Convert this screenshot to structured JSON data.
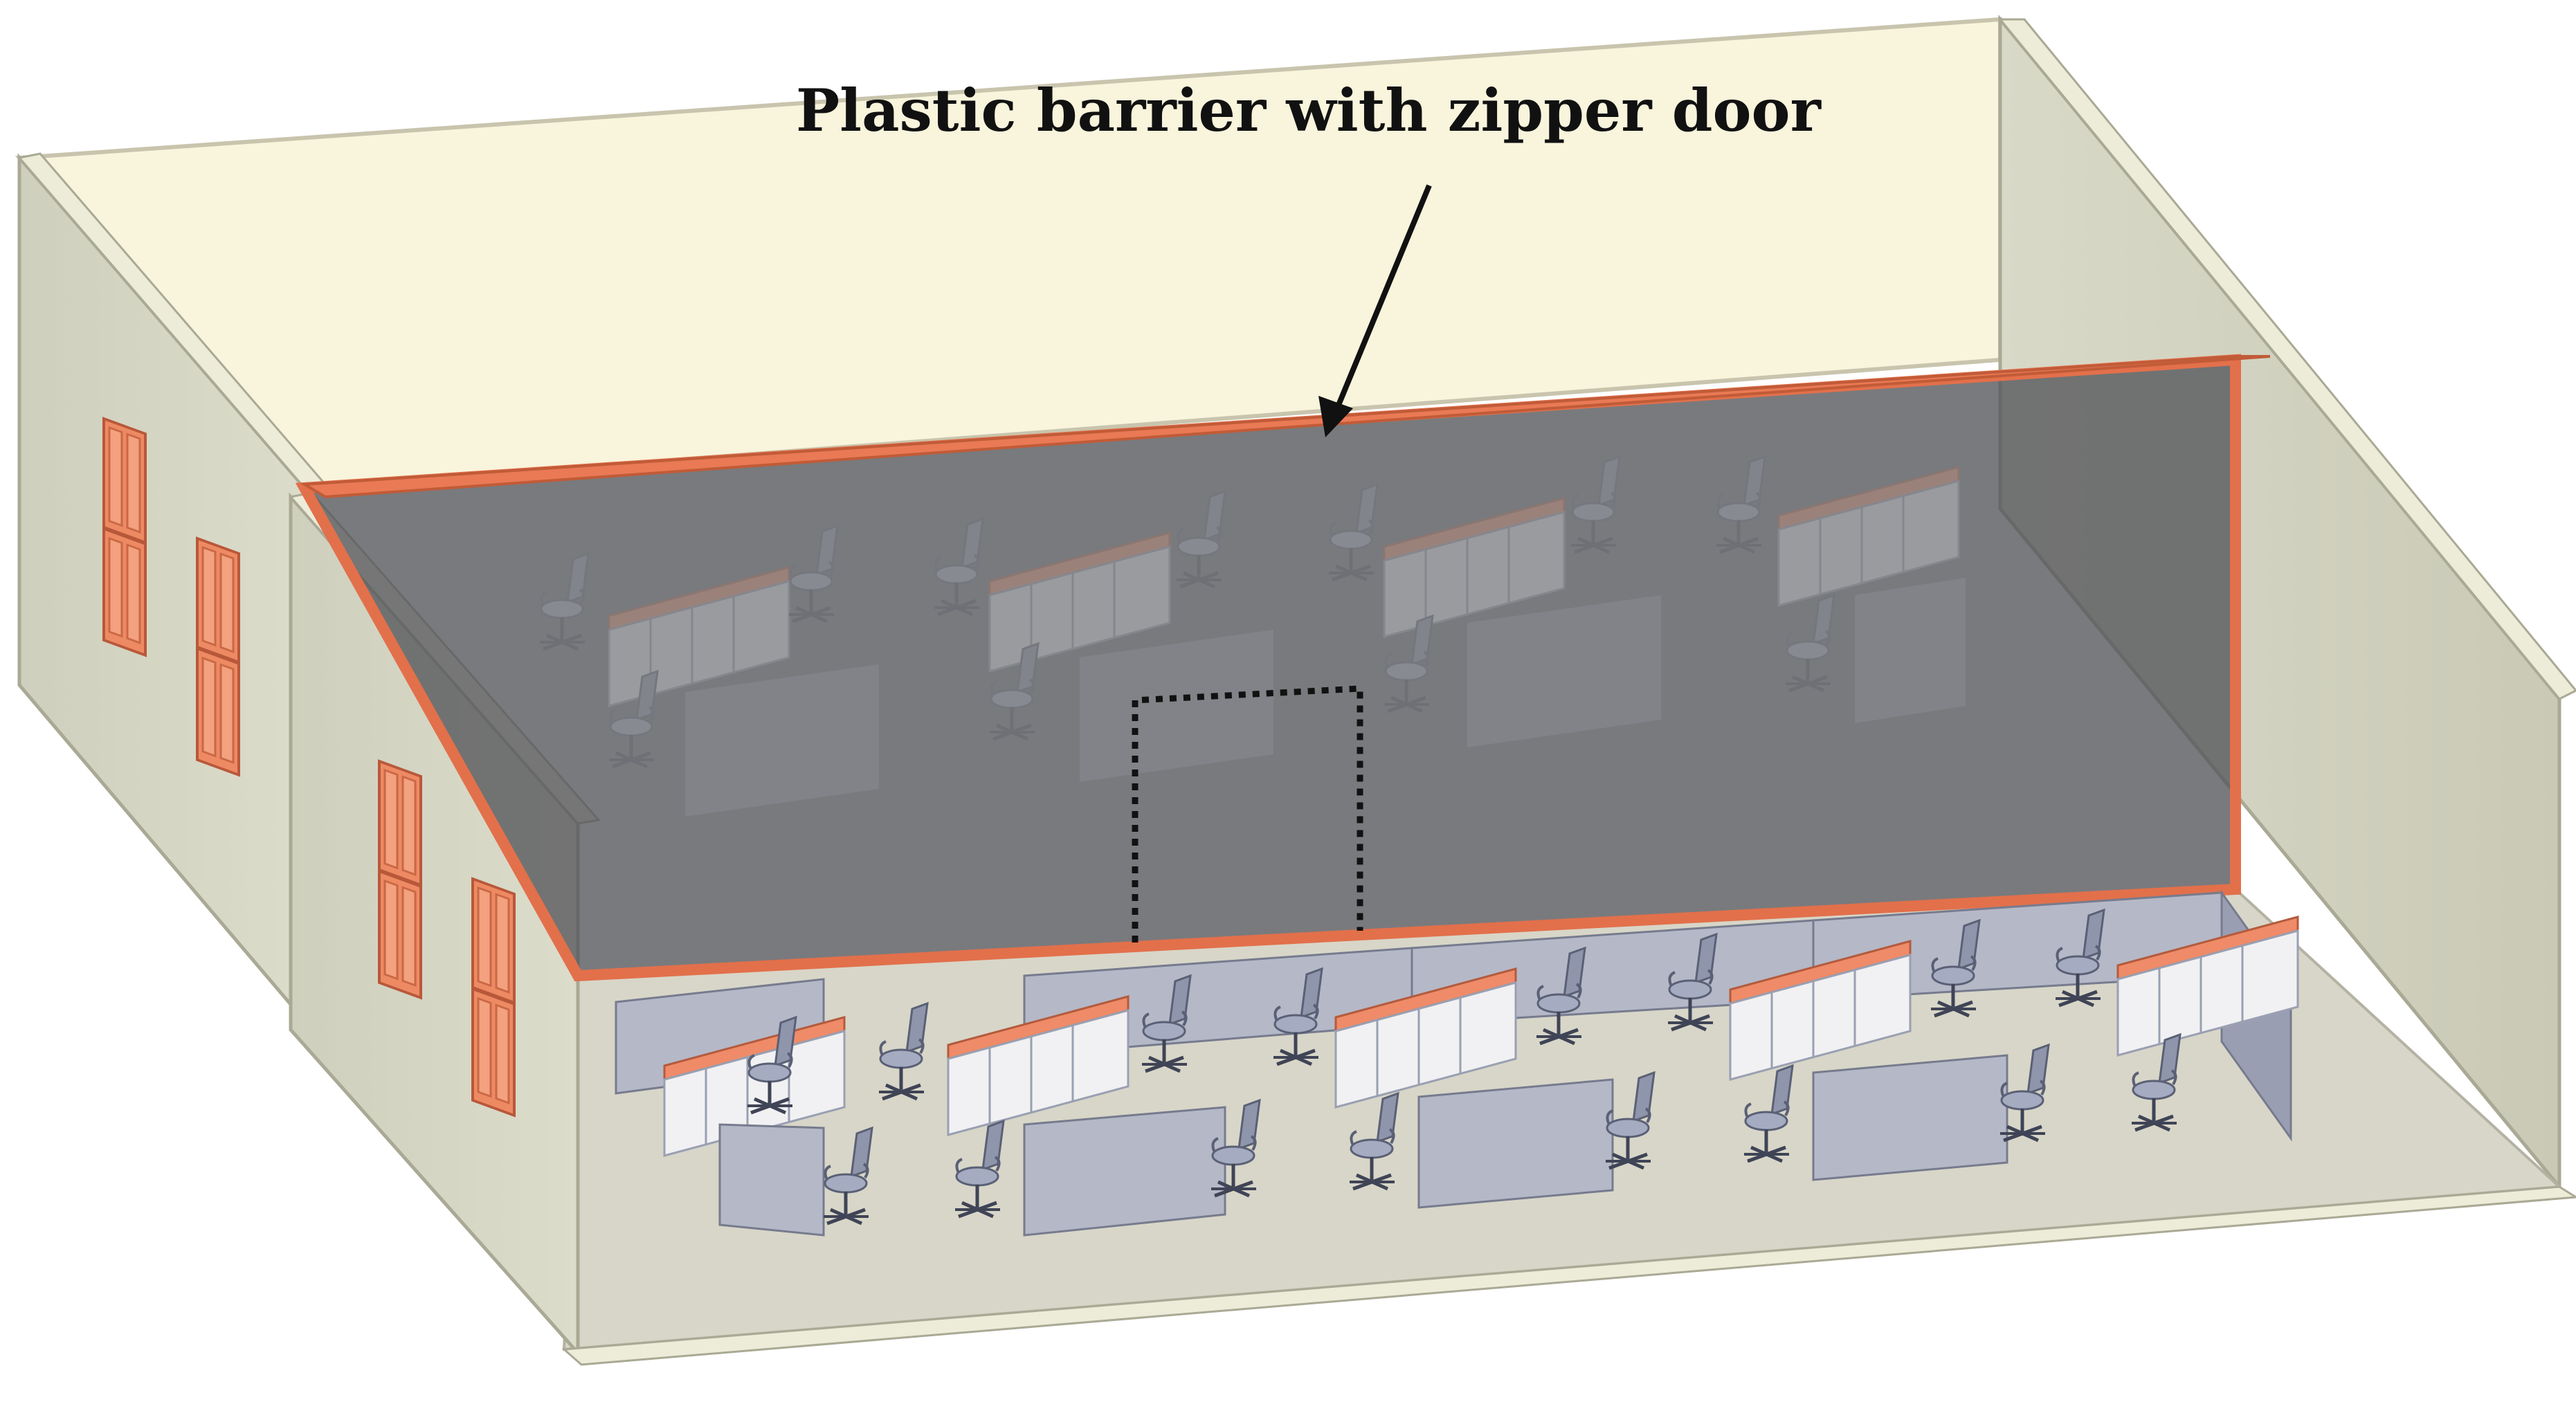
{
  "annotation": {
    "text": "Plastic barrier with zipper door",
    "target": "plastic barrier"
  },
  "colors": {
    "wall": "#d7d7c6",
    "wall_top_edge": "#e8e8d4",
    "floor": "#d8d6c8",
    "back_wall": "#f9f4dc",
    "window": "#ee8a63",
    "desk_top": "#ef8b68",
    "partition": "#b5b8c7",
    "barrier_frame": "#e2704b",
    "barrier_film": "#4f5154",
    "chair": "#9aa0b6",
    "door_outline": "#111111",
    "arrow": "#111111"
  },
  "icons": {
    "arrow": "arrow-down-left-icon",
    "door": "zipper-door-dotted-outline"
  }
}
